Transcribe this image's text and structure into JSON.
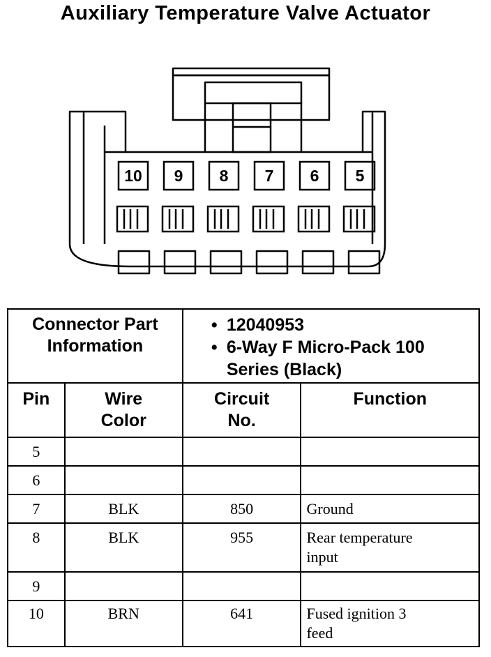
{
  "title": "Auxiliary Temperature Valve Actuator",
  "connector": {
    "pin_labels": [
      "10",
      "9",
      "8",
      "7",
      "6",
      "5"
    ]
  },
  "connector_info": {
    "label": "Connector Part Information",
    "label_line1": "Connector Part",
    "label_line2": "Information",
    "bullet": "•",
    "part_number": "12040953",
    "description_line1": "6-Way F Micro-Pack 100",
    "description_line2": "Series (Black)"
  },
  "columns": {
    "pin": "Pin",
    "wire_color_line1": "Wire",
    "wire_color_line2": "Color",
    "circuit_line1": "Circuit",
    "circuit_line2": "No.",
    "function": "Function"
  },
  "rows": [
    {
      "pin": "5",
      "wire_color": "",
      "circuit": "",
      "function_line1": "",
      "function_line2": ""
    },
    {
      "pin": "6",
      "wire_color": "",
      "circuit": "",
      "function_line1": "",
      "function_line2": ""
    },
    {
      "pin": "7",
      "wire_color": "BLK",
      "circuit": "850",
      "function_line1": "Ground",
      "function_line2": ""
    },
    {
      "pin": "8",
      "wire_color": "BLK",
      "circuit": "955",
      "function_line1": "Rear temperature",
      "function_line2": "input"
    },
    {
      "pin": "9",
      "wire_color": "",
      "circuit": "",
      "function_line1": "",
      "function_line2": ""
    },
    {
      "pin": "10",
      "wire_color": "BRN",
      "circuit": "641",
      "function_line1": "Fused ignition 3",
      "function_line2": "feed"
    }
  ]
}
